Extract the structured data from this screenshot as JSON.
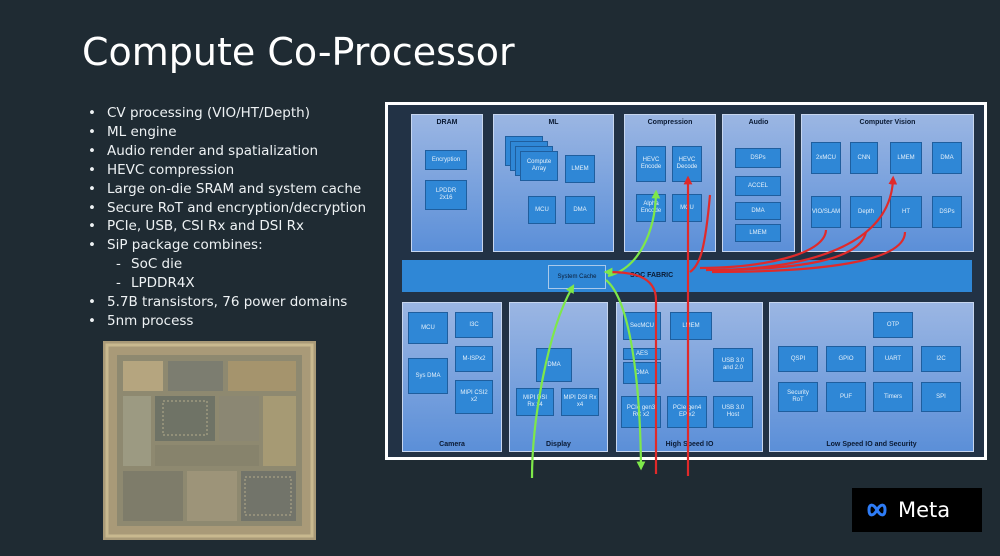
{
  "title": "Compute Co-Processor",
  "bullets": [
    "CV processing (VIO/HT/Depth)",
    "ML engine",
    "Audio render and spatialization",
    "HEVC compression",
    "Large on-die SRAM and system cache",
    "Secure RoT and encryption/decryption",
    "PCIe, USB, CSI Rx and DSI Rx",
    "SiP package combines:"
  ],
  "sub_bullets": [
    "SoC die",
    "LPDDR4X"
  ],
  "bullets_after": [
    "5.7B transistors, 76 power domains",
    "5nm process"
  ],
  "diagram": {
    "fabric_label": "SOC FABRIC",
    "system_cache": "System Cache",
    "blocks": {
      "dram": {
        "label": "DRAM",
        "ips": [
          "Encryption",
          "LPDDR\n2x16"
        ]
      },
      "ml": {
        "label": "ML",
        "ips": [
          "Compute\nArray",
          "LMEM",
          "MCU",
          "DMA"
        ]
      },
      "compression": {
        "label": "Compression",
        "ips": [
          "HEVC\nEncode",
          "HEVC\nDecode",
          "Alpha\nEncode",
          "MCU"
        ]
      },
      "audio": {
        "label": "Audio",
        "ips": [
          "DSPs",
          "ACCEL",
          "DMA",
          "LMEM"
        ]
      },
      "cv": {
        "label": "Computer Vision",
        "ips": [
          "2xMCU",
          "CNN",
          "LMEM",
          "DMA",
          "VIO/SLAM",
          "Depth",
          "HT",
          "DSPs"
        ]
      },
      "camera": {
        "label": "Camera",
        "ips": [
          "MCU",
          "I3C",
          "M-ISPx2",
          "Sys DMA",
          "MIPI CSI2\nx2"
        ]
      },
      "display": {
        "label": "Display",
        "ips": [
          "DMA",
          "MIPI DSI\nRx x4",
          "MIPI DSI Rx\nx4"
        ]
      },
      "hsio": {
        "label": "High Speed IO",
        "ips": [
          "SecMCU",
          "LMEM",
          "AES",
          "DMA",
          "USB 3.0\nand 2.0",
          "PCIe gen3\nRC x2",
          "PCIe gen4\nEP x2",
          "USB 3.0\nHost"
        ]
      },
      "lsio": {
        "label": "Low Speed IO and Security",
        "ips": [
          "OTP",
          "QSPI",
          "GPIO",
          "UART",
          "I2C",
          "Security\nRoT",
          "PUF",
          "Timers",
          "SPI"
        ]
      }
    },
    "colors": {
      "arrow_green": "#7ee84a",
      "arrow_red": "#e02a2a",
      "ip_blue": "#2f87d6"
    }
  },
  "logo": {
    "wordmark": "Meta",
    "icon": "infinity-icon"
  }
}
